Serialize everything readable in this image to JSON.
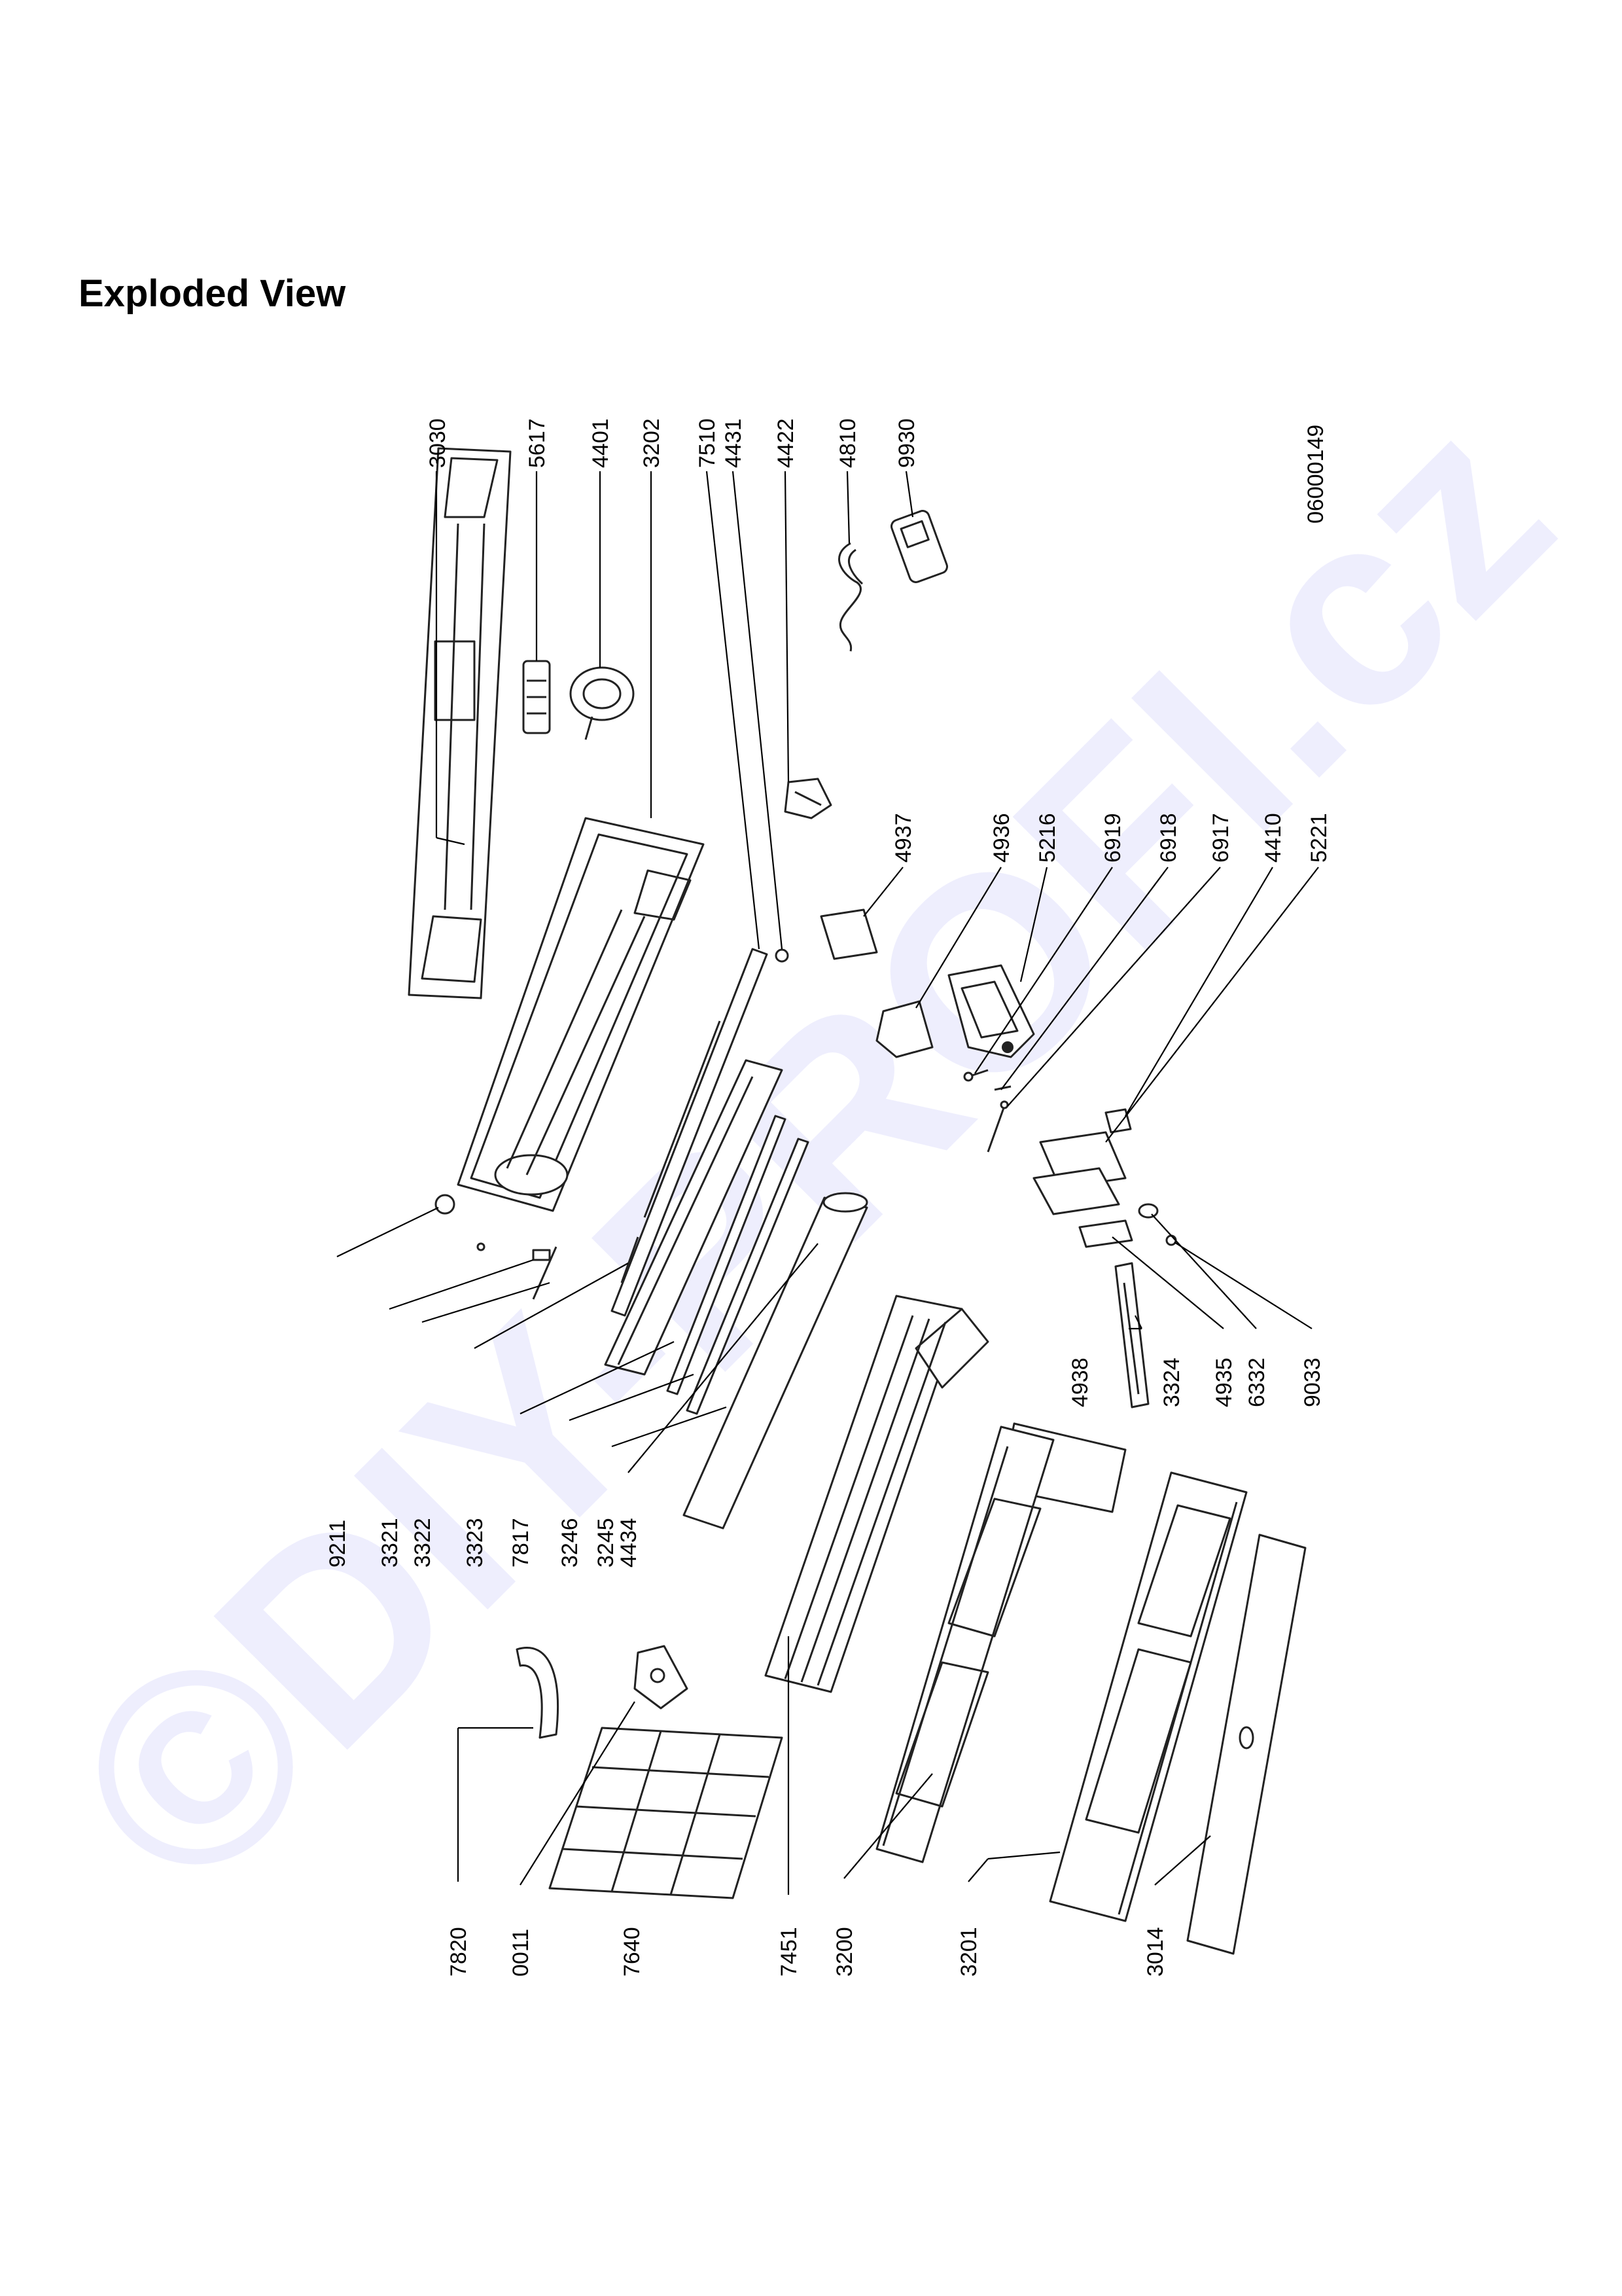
{
  "title": "Exploded View",
  "watermark": "©DIY-PROFI.cz",
  "drawing_number": "06000149",
  "colors": {
    "ink": "#000000",
    "watermark": "#4646e6",
    "background": "#ffffff"
  },
  "labels": {
    "l3030": "3030",
    "l5617": "5617",
    "l4401": "4401",
    "l3202": "3202",
    "l7510": "7510",
    "l4431": "4431",
    "l4422": "4422",
    "l4810": "4810",
    "l9930": "9930",
    "l4937": "4937",
    "l4936": "4936",
    "l5216": "5216",
    "l6919": "6919",
    "l6918": "6918",
    "l6917": "6917",
    "l4410": "4410",
    "l5221": "5221",
    "l9211": "9211",
    "l3321": "3321",
    "l3322": "3322",
    "l3323": "3323",
    "l7817": "7817",
    "l3246": "3246",
    "l3245": "3245",
    "l4434": "4434",
    "l4938": "4938",
    "l3324": "3324",
    "l4935": "4935",
    "l6332": "6332",
    "l9033": "9033",
    "l7820": "7820",
    "l0011": "0011",
    "l7640": "7640",
    "l7451": "7451",
    "l3200": "3200",
    "l3201": "3201",
    "l3014": "3014"
  }
}
